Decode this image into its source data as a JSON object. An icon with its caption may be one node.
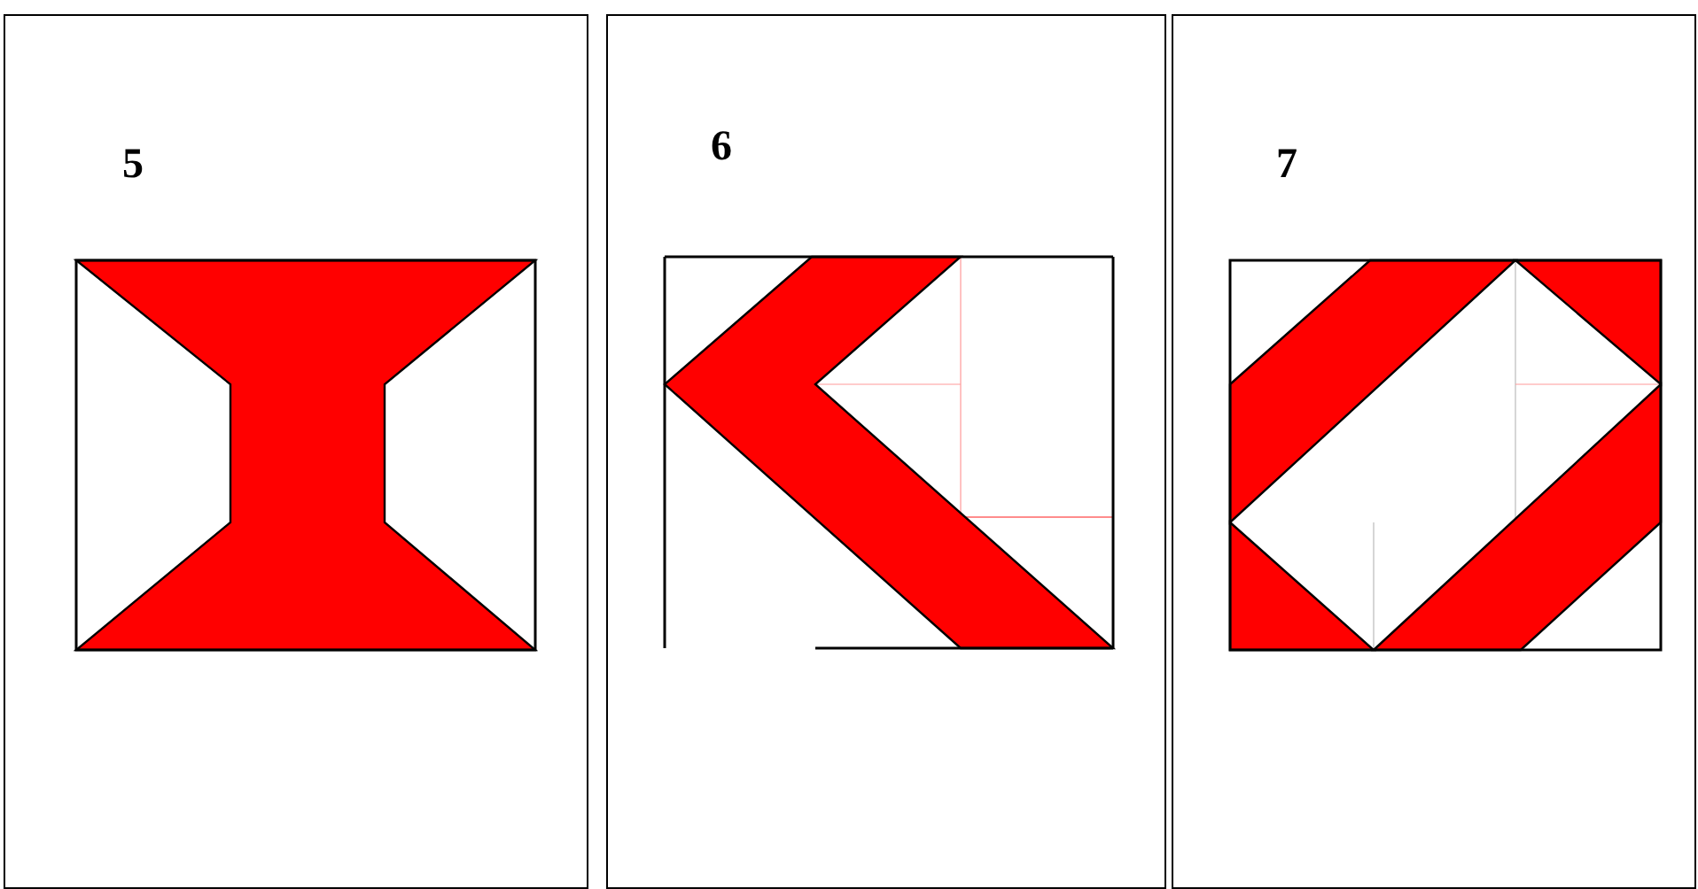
{
  "diagram": {
    "nodes": [
      {
        "text": [
          "5"
        ]
      },
      {
        "text": [
          "6"
        ]
      },
      {
        "text": [
          "7"
        ]
      }
    ]
  }
}
